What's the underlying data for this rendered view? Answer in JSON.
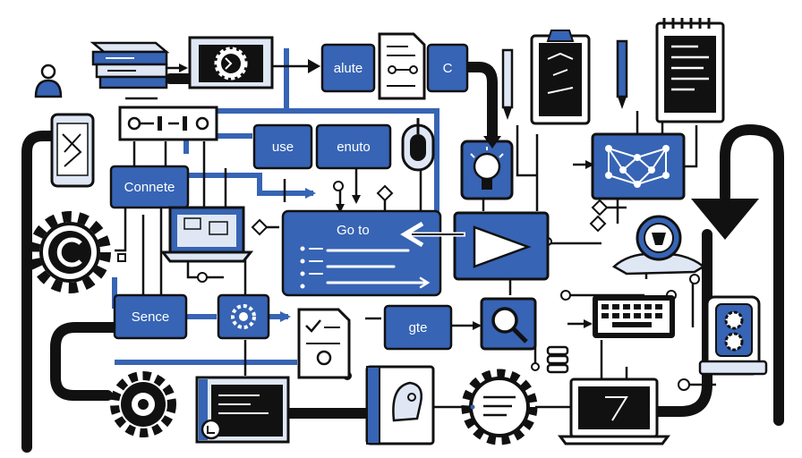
{
  "colors": {
    "accent": "#3764b4",
    "ink": "#111111",
    "paper": "#ffffff",
    "light": "#dfe7f5"
  },
  "nodes": {
    "alute": {
      "label": "alute"
    },
    "c": {
      "label": "C"
    },
    "use": {
      "label": "use"
    },
    "enuto": {
      "label": "enuto"
    },
    "connete": {
      "label": "Connete"
    },
    "goto": {
      "label": "Go to"
    },
    "sence": {
      "label": "Sence"
    },
    "gte": {
      "label": "gte"
    }
  },
  "icons": [
    "server-stack-icon",
    "user-icon",
    "gear-terminal-icon",
    "document-icon",
    "pen-icon",
    "clipboard-icon",
    "notebook-icon",
    "phone-icon",
    "switch-panel-icon",
    "mouse-icon",
    "lightbulb-icon",
    "network-icon",
    "laptop-icon",
    "copyright-gear-icon",
    "play-panel-icon",
    "bug-shield-icon",
    "search-icon",
    "keyboard-icon",
    "robot-icon",
    "checklist-icon",
    "gear-icon",
    "terminal-window-icon",
    "book-profile-icon",
    "gear-doc-icon",
    "laptop-sketch-icon"
  ]
}
